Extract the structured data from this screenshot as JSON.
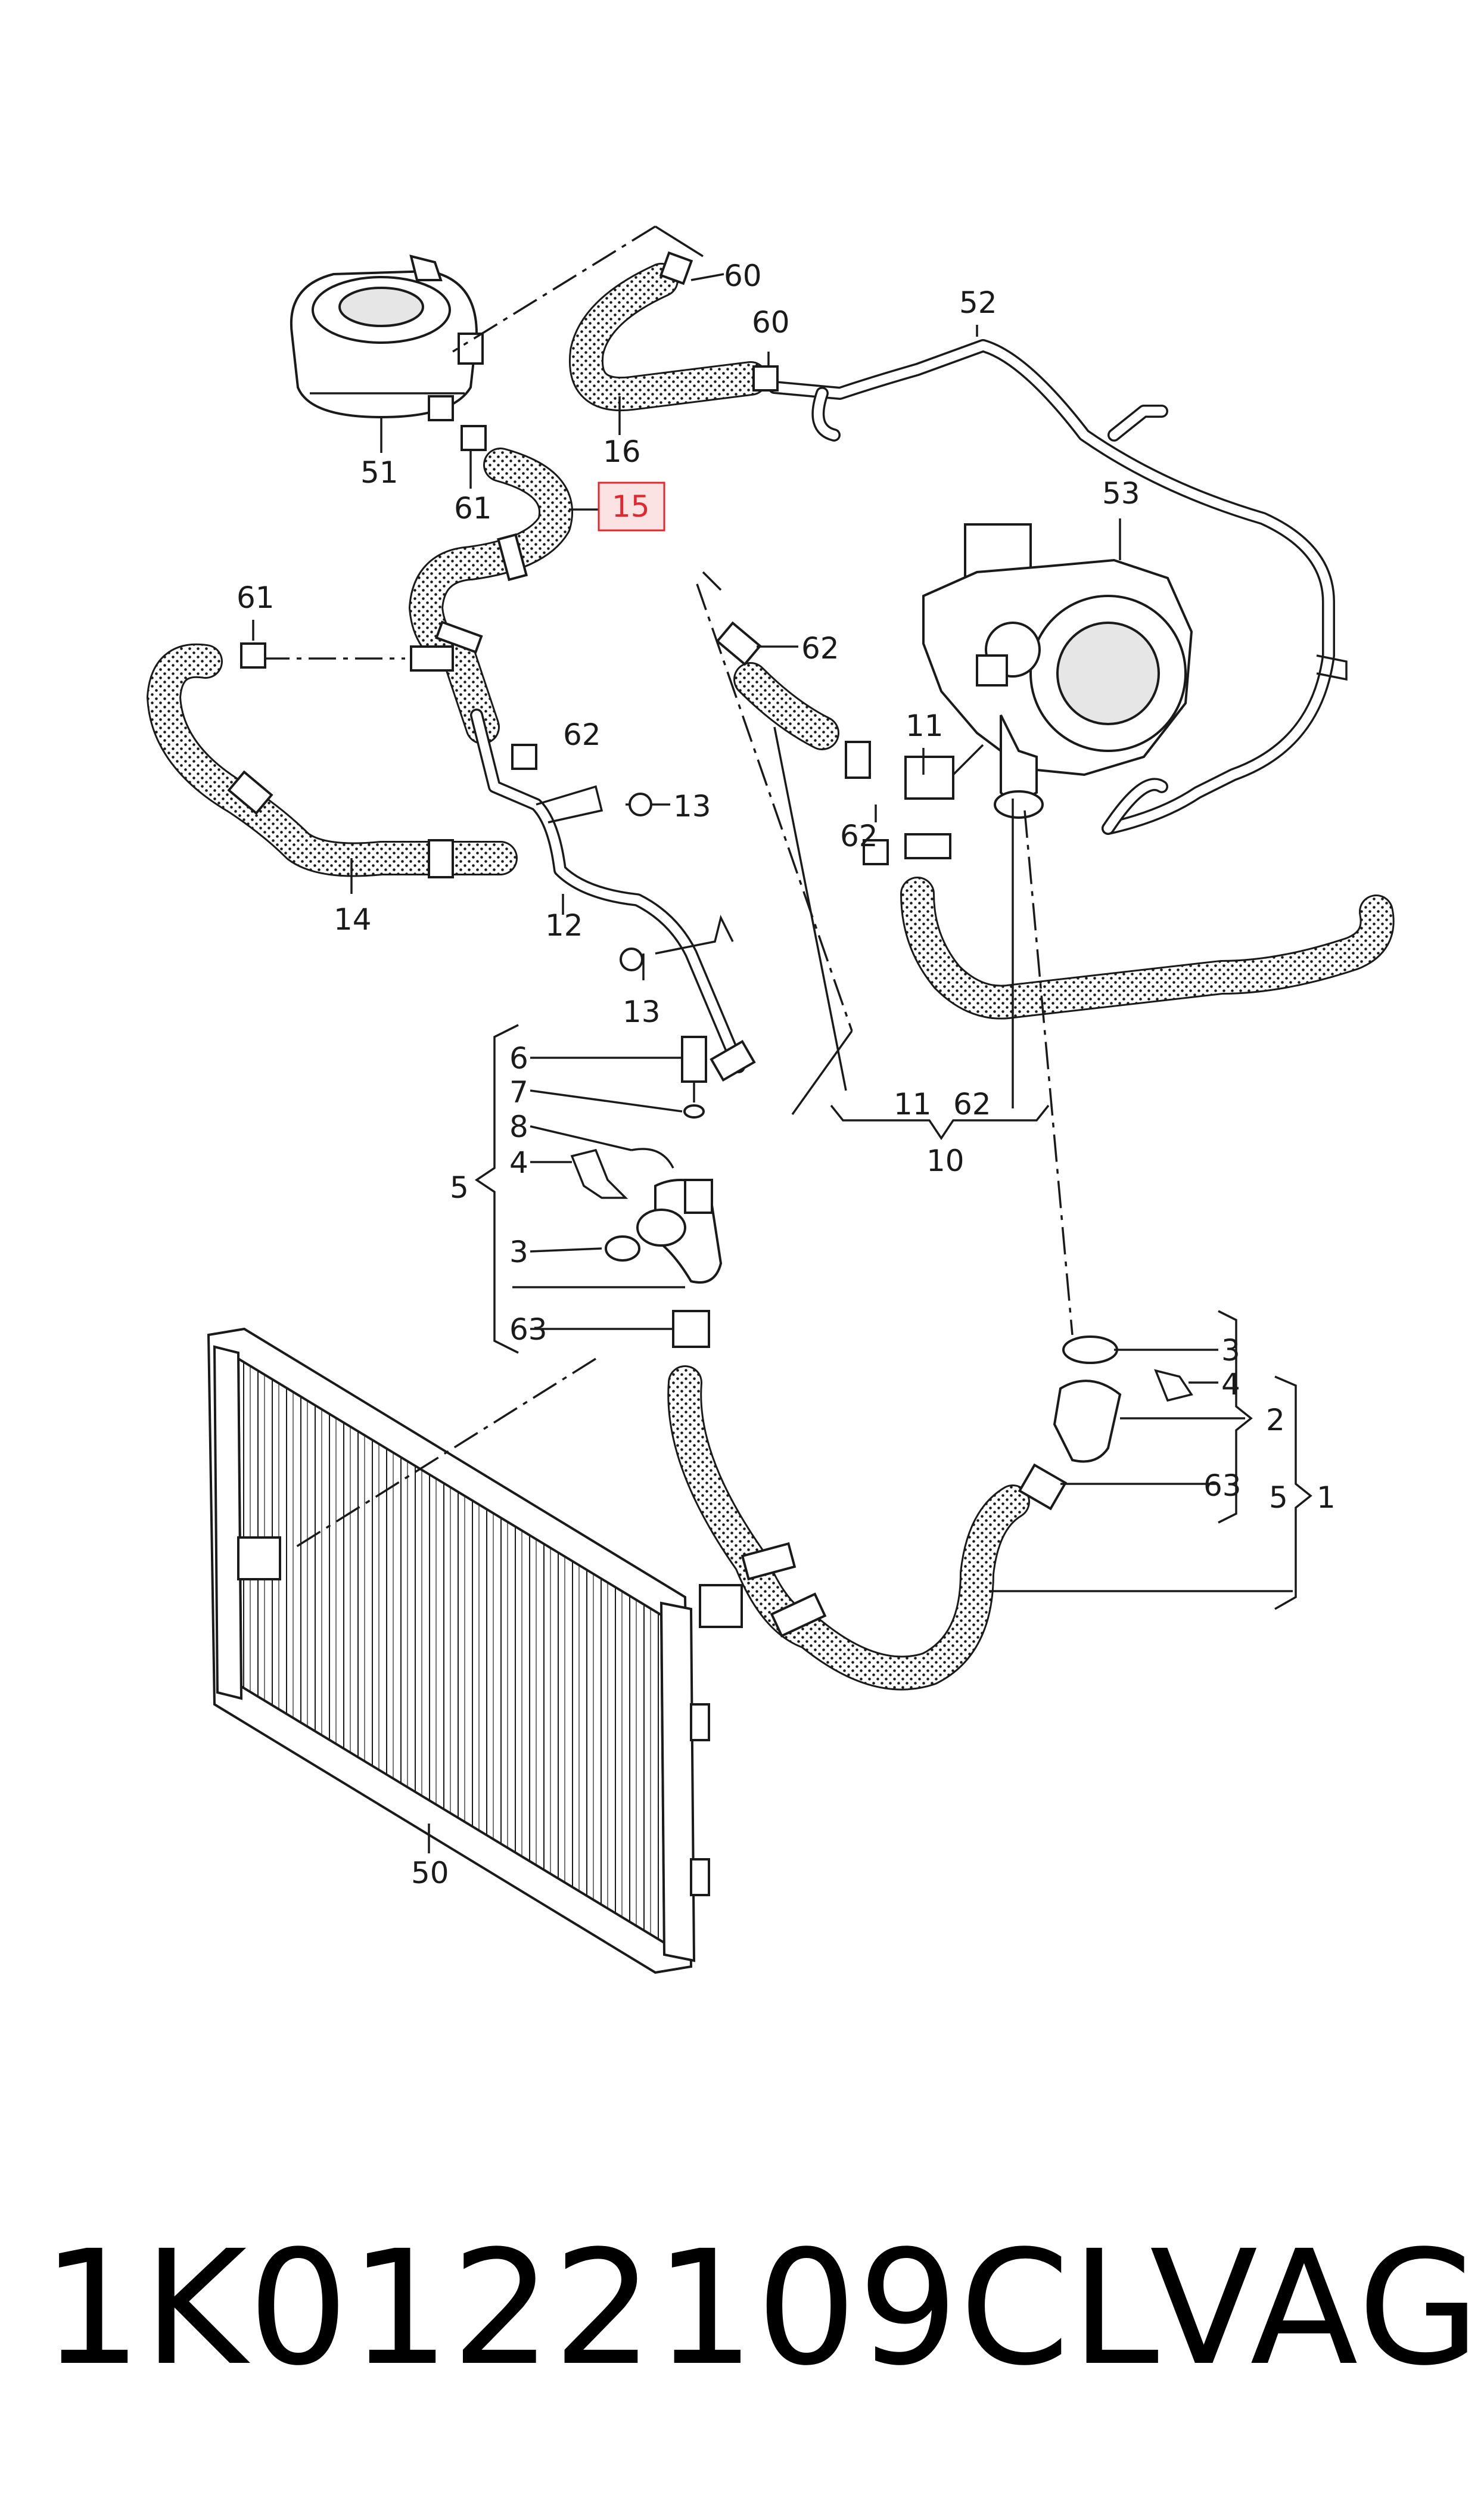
{
  "callouts": {
    "c60a": "60",
    "c60b": "60",
    "c52": "52",
    "c16": "16",
    "c15": "15",
    "c51": "51",
    "c61a": "61",
    "c61b": "61",
    "c53": "53",
    "c62a": "62",
    "c62b": "62",
    "c11a": "11",
    "c62c": "62",
    "c13a": "13",
    "c14": "14",
    "c12": "12",
    "c13b": "13",
    "c6": "6",
    "c7": "7",
    "c8": "8",
    "c4a": "4",
    "c5a": "5",
    "c3a": "3",
    "c63a": "63",
    "c11b": "11",
    "c62d": "62",
    "c10": "10",
    "c3b": "3",
    "c4b": "4",
    "c2": "2",
    "c63b": "63",
    "c5b": "5",
    "c1": "1",
    "c50": "50"
  },
  "highlight": {
    "callout": "15",
    "color": "#e0282e",
    "fill": "#fbe3e4"
  },
  "footer": {
    "part_number": "1K0122109CL",
    "brand": "VAG"
  }
}
